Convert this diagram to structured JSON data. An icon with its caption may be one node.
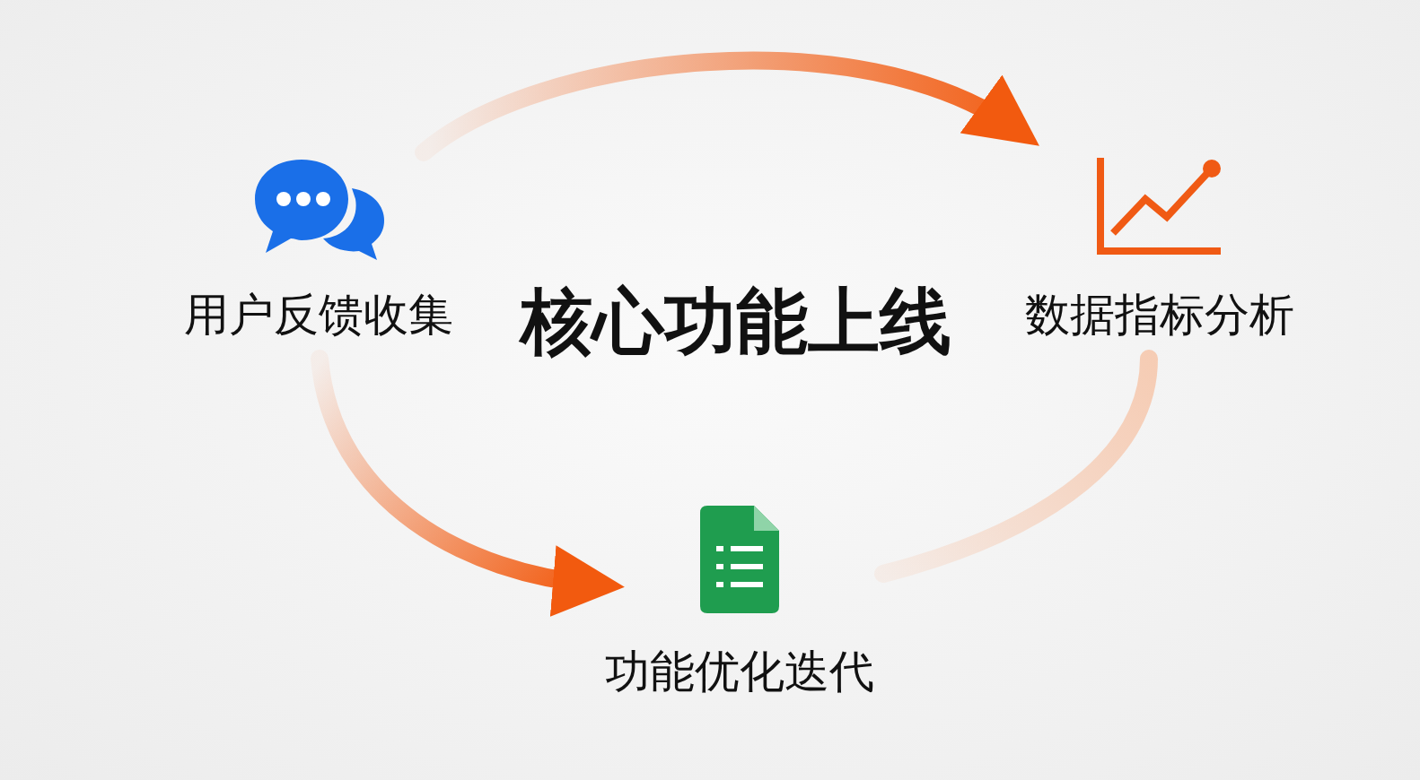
{
  "diagram": {
    "title": "核心功能上线",
    "nodes": [
      {
        "text": [
          "用户反馈收集"
        ]
      },
      {
        "text": [
          "数据指标分析"
        ]
      },
      {
        "text": [
          "功能优化迭代"
        ]
      }
    ],
    "edges": [
      {
        "from": 0,
        "to": 1,
        "arrow": "to"
      },
      {
        "from": 0,
        "to": 2,
        "arrow": "to"
      },
      {
        "from": 2,
        "to": 1,
        "arrow": "none"
      }
    ]
  }
}
